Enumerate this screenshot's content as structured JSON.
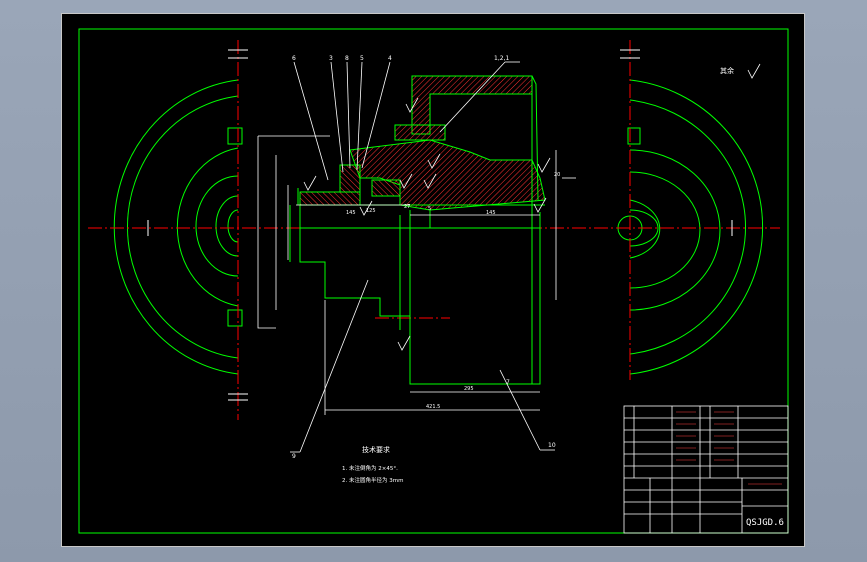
{
  "tech": {
    "title": "技术要求",
    "line1": "1. 未注倒角为 2×45°.",
    "line2": "2. 未注圆角半径为 3mm"
  },
  "surface": {
    "note": "其余"
  },
  "callouts": [
    "6",
    "3",
    "8",
    "5",
    "4",
    "1,2,1",
    "7",
    "9",
    "10"
  ],
  "dims": {
    "d145a": "145",
    "d145b": "145",
    "d295": "295",
    "d4215": "421.5",
    "d5": "5",
    "d27": "27",
    "d125": "125",
    "d20": "20"
  },
  "title_block": {
    "code": "QSJGD.6"
  },
  "colors": {
    "frame": "#00ff00",
    "section": "#ff3030",
    "center": "#ff0000",
    "dim": "#ffffff",
    "outline": "#00ff00"
  }
}
